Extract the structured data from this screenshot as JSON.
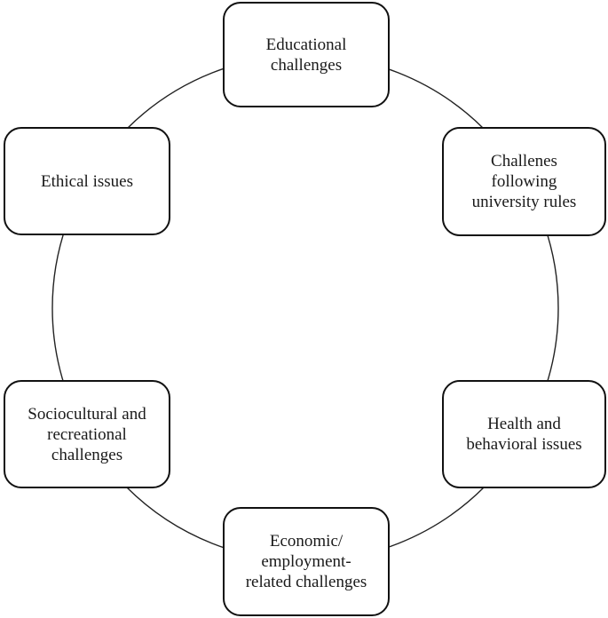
{
  "diagram": {
    "type": "cycle",
    "nodes": [
      {
        "id": "educational",
        "lines": [
          "Educational",
          "challenges"
        ]
      },
      {
        "id": "university-rules",
        "lines": [
          "Challenes",
          "following",
          "university rules"
        ]
      },
      {
        "id": "health",
        "lines": [
          "Health and",
          "behavioral issues"
        ]
      },
      {
        "id": "economic",
        "lines": [
          "Economic/",
          "employment-",
          "related challenges"
        ]
      },
      {
        "id": "sociocultural",
        "lines": [
          "Sociocultural and",
          "recreational",
          "challenges"
        ]
      },
      {
        "id": "ethical",
        "lines": [
          "Ethical issues"
        ]
      }
    ],
    "colors": {
      "stroke": "#111111",
      "background": "#ffffff",
      "text": "#1a1a1a"
    }
  }
}
